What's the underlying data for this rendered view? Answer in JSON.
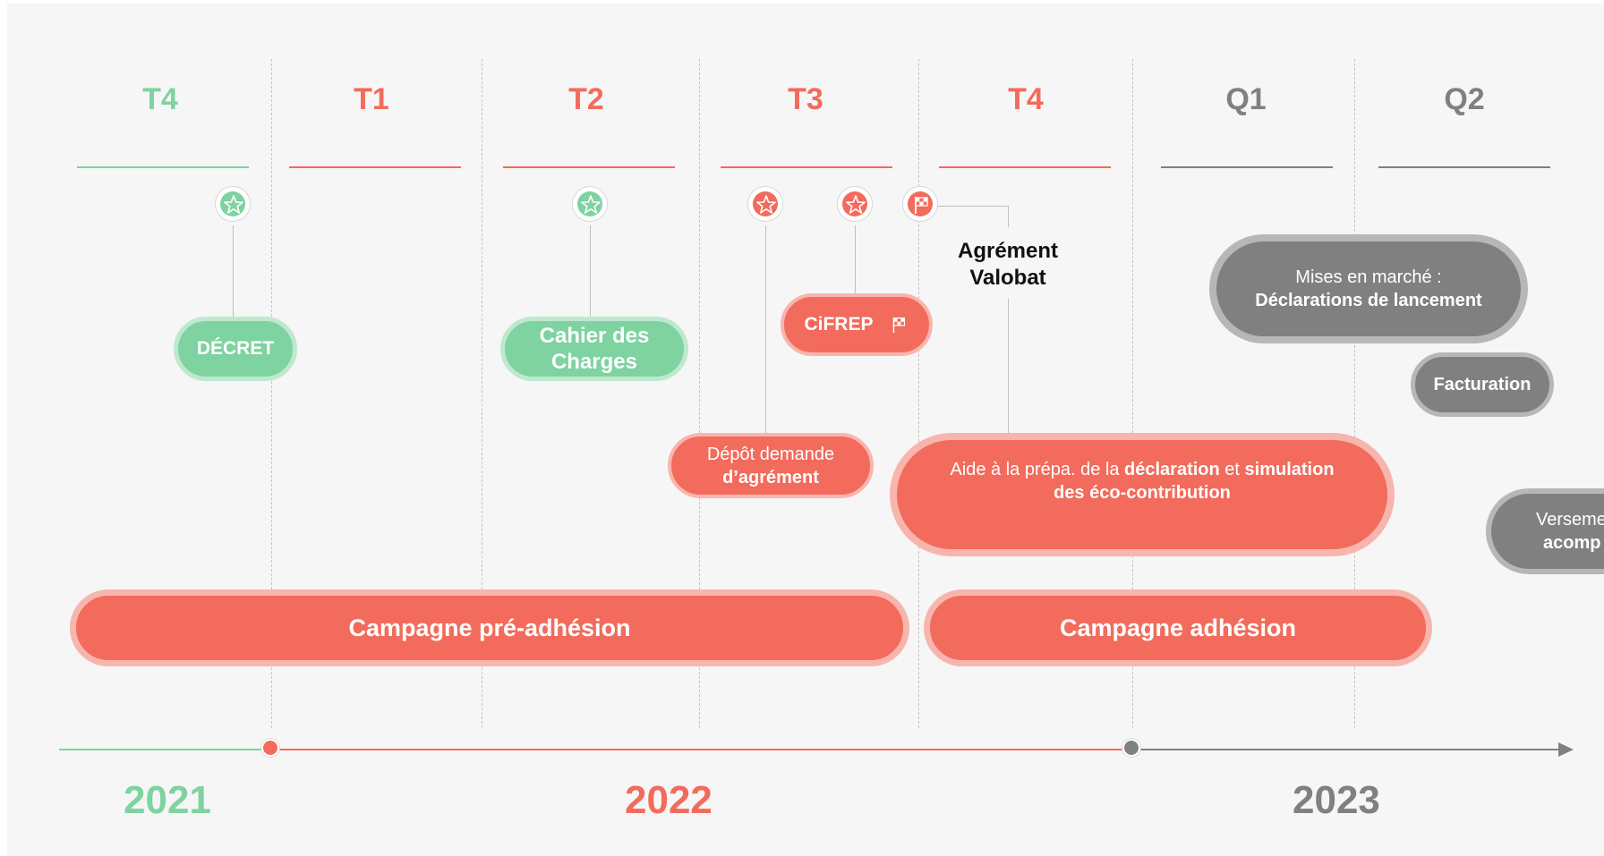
{
  "quarters": [
    {
      "label": "T4",
      "color": "#7ed3a0"
    },
    {
      "label": "T1",
      "color": "#f26b5c"
    },
    {
      "label": "T2",
      "color": "#f26b5c"
    },
    {
      "label": "T3",
      "color": "#f26b5c"
    },
    {
      "label": "T4",
      "color": "#f26b5c"
    },
    {
      "label": "Q1",
      "color": "#808080"
    },
    {
      "label": "Q2",
      "color": "#808080"
    }
  ],
  "milestones": {
    "decret": "DÉCRET",
    "cahier_line1": "Cahier des",
    "cahier_line2": "Charges",
    "cifrep": "CiFREP",
    "agrement_line1": "Agrément",
    "agrement_line2": "Valobat",
    "depot_line1": "Dépôt demande",
    "depot_line2": "d’agrément"
  },
  "tasks": {
    "mises_line1": "Mises en marché :",
    "mises_line2": "Déclarations de lancement",
    "facturation": "Facturation",
    "aide_part1": "Aide à la prépa. de la ",
    "aide_part2": "déclaration",
    "aide_part3": " et ",
    "aide_part4": "simulation",
    "aide_line2": "des éco-contribution",
    "versement_line1": "Verseme",
    "versement_line2": "acomp"
  },
  "campaigns": {
    "pre_adhesion": "Campagne pré-adhésion",
    "adhesion": "Campagne adhésion"
  },
  "years": [
    {
      "label": "2021",
      "color": "#7ed3a0"
    },
    {
      "label": "2022",
      "color": "#f26b5c"
    },
    {
      "label": "2023",
      "color": "#808080"
    }
  ],
  "icons": {
    "milestone_star": "star-icon",
    "milestone_flag": "checkered-flag-icon"
  }
}
